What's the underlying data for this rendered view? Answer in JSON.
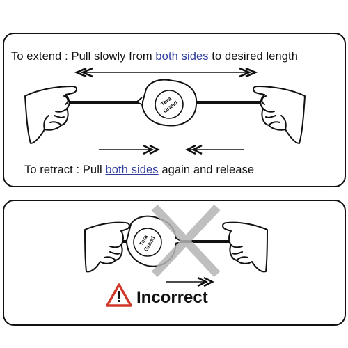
{
  "top_panel": {
    "extend": {
      "prefix": "To extend : Pull slowly from ",
      "emphasis": "both sides",
      "suffix": " to desired length"
    },
    "retract": {
      "prefix": "To retract : Pull ",
      "emphasis": "both sides",
      "suffix": " again and release"
    },
    "brand": [
      "Tera",
      "Grand"
    ]
  },
  "bottom_panel": {
    "brand": [
      "Tera",
      "Grand"
    ],
    "warning_label": "Incorrect"
  },
  "colors": {
    "link": "#2d3b9c",
    "warning_red": "#d1372b",
    "cross_gray": "#b5b5b5"
  }
}
